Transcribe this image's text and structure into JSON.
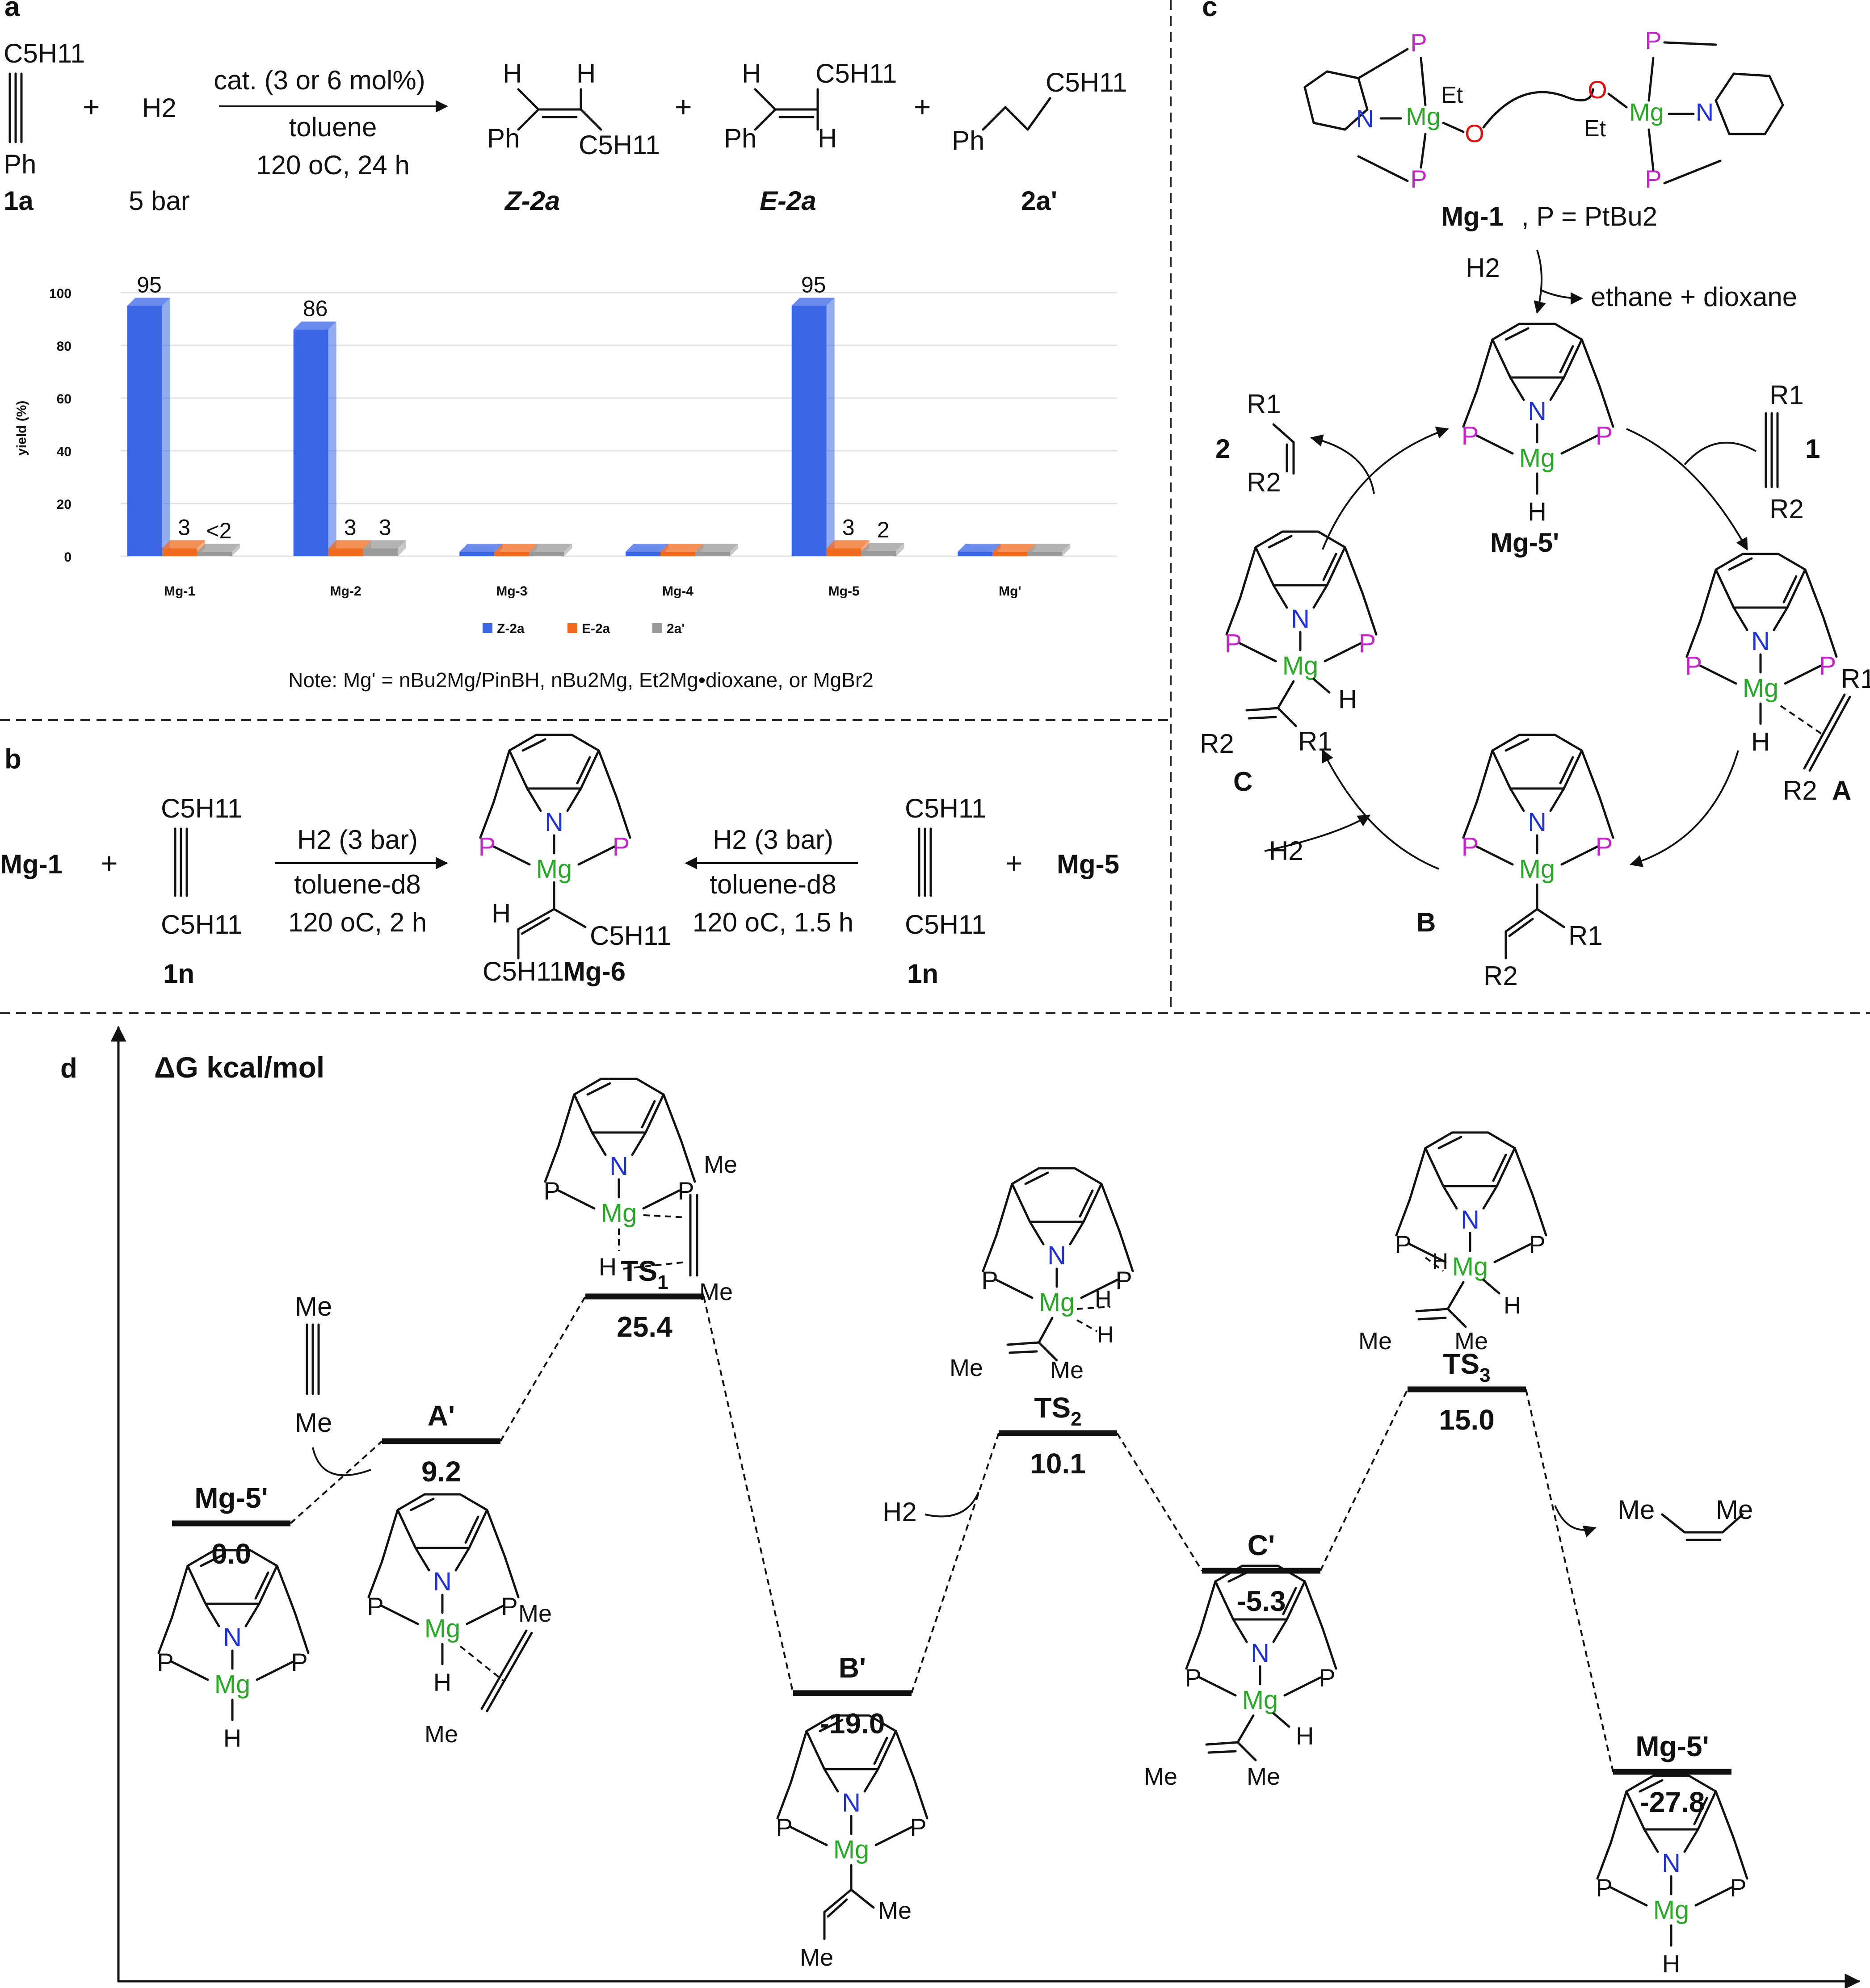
{
  "panels": {
    "a": "a",
    "b": "b",
    "c": "c",
    "d": "d"
  },
  "reaction_a": {
    "substrate": {
      "top": "C5H11",
      "bottom": "Ph",
      "label": "1a"
    },
    "plus": "+",
    "h2": "H2",
    "h2_pressure": "5 bar",
    "conditions": [
      "cat. (3 or 6 mol%)",
      "toluene",
      "120 oC, 24 h"
    ],
    "products": [
      {
        "label": "Z-2a",
        "atoms": [
          "H",
          "H",
          "Ph",
          "C5H11"
        ]
      },
      {
        "label": "E-2a",
        "atoms": [
          "H",
          "C5H11",
          "Ph",
          "H"
        ]
      },
      {
        "label": "2a'",
        "atoms": [
          "C5H11",
          "Ph"
        ]
      }
    ]
  },
  "chart_data": {
    "type": "bar",
    "categories": [
      "Mg-1",
      "Mg-2",
      "Mg-3",
      "Mg-4",
      "Mg-5",
      "Mg'"
    ],
    "series": [
      {
        "name": "Z-2a",
        "values": [
          95,
          86,
          0,
          0,
          95,
          0
        ],
        "color": "#3a66e6"
      },
      {
        "name": "E-2a",
        "values": [
          3,
          3,
          0,
          0,
          3,
          0
        ],
        "color": "#f06a1e"
      },
      {
        "name": "2a'",
        "values": [
          1.5,
          3,
          0,
          0,
          2,
          0
        ],
        "color": "#9a9a9a"
      }
    ],
    "data_labels": [
      [
        "95",
        "3",
        "<2"
      ],
      [
        "86",
        "3",
        "3"
      ],
      [
        "",
        "",
        ""
      ],
      [
        "",
        "",
        ""
      ],
      [
        "95",
        "3",
        "2"
      ],
      [
        "",
        "",
        ""
      ]
    ],
    "ylabel": "yield (%)",
    "yticks": [
      "0",
      "20",
      "40",
      "60",
      "80",
      "100"
    ],
    "ylim": [
      0,
      100
    ],
    "legend_position": "bottom",
    "note": "Note: Mg' = nBu2Mg/PinBH, nBu2Mg, Et2Mg•dioxane, or MgBr2"
  },
  "reaction_b": {
    "left": "Mg-1",
    "right": "Mg-5",
    "plus": "+",
    "alkyne": {
      "top": "C5H11",
      "bottom": "C5H11",
      "label": "1n"
    },
    "left_conditions": [
      "H2 (3 bar)",
      "toluene-d8",
      "120 oC, 2 h"
    ],
    "right_conditions": [
      "H2 (3 bar)",
      "toluene-d8",
      "120 oC, 1.5 h"
    ],
    "product": {
      "label": "Mg-6",
      "atoms": [
        "H",
        "C5H11",
        "C5H11"
      ]
    }
  },
  "cycle_c": {
    "precatalyst": "Mg-1",
    "p_def": ", P = PtBu2",
    "h2": "H2",
    "byproducts": "ethane + dioxane",
    "catalyst": "Mg-5'",
    "substrate_num": "1",
    "product_num": "2",
    "intermediates": [
      "A",
      "B",
      "C"
    ],
    "h2_in": "H2",
    "atoms": {
      "et": "Et",
      "R1": "R1",
      "R2": "R2",
      "H": "H"
    }
  },
  "energy_d": {
    "ylabel": "ΔG kcal/mol",
    "levels": [
      {
        "name": "Mg-5'",
        "value": "0.0"
      },
      {
        "name": "A'",
        "value": "9.2"
      },
      {
        "name": "TS1",
        "value": "25.4"
      },
      {
        "name": "B'",
        "value": "-19.0"
      },
      {
        "name": "TS2",
        "value": "10.1"
      },
      {
        "name": "C'",
        "value": "-5.3"
      },
      {
        "name": "TS3",
        "value": "15.0"
      },
      {
        "name": "Mg-5'",
        "value": "-27.8"
      }
    ],
    "reagents": {
      "alkyne_top": "Me",
      "alkyne_bottom": "Me",
      "h2": "H2",
      "product_left": "Me",
      "product_right": "Me"
    },
    "me": "Me"
  },
  "atom_letters": {
    "P": "P",
    "N": "N",
    "Mg": "Mg",
    "O": "O",
    "H": "H"
  }
}
